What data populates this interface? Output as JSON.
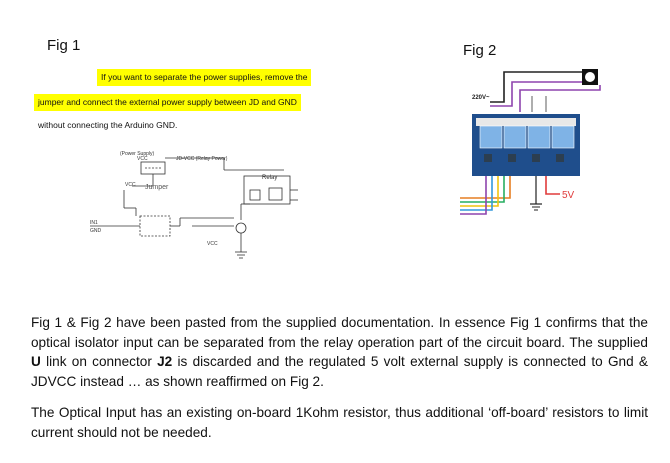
{
  "fig1": {
    "label": "Fig 1",
    "highlight_line1": "If you want to separate the power supplies, remove the",
    "highlight_line2": "jumper and connect the external power supply between JD and GND",
    "note_line3": "without connecting the Arduino GND.",
    "schematic": {
      "power_supply": "(Power Supply)",
      "vcc": "VCC",
      "jdvcc": "JD-VCC (Relay Power)",
      "jumper": "Jumper",
      "relay": "Relay",
      "vcc_small": "VCC",
      "vcc_small2": "VCC",
      "in1": "IN1",
      "gnd": "GND"
    }
  },
  "fig2": {
    "label": "Fig 2",
    "mains": "220V~",
    "voltage": "5V"
  },
  "paragraph1": {
    "prefix": "Fig 1 & Fig 2 have been pasted from the supplied documentation. In essence Fig 1 confirms that the optical isolator input can be separated from the relay operation part of the circuit board. The supplied ",
    "bold1": "U",
    "mid1": " link on connector ",
    "bold2": "J2",
    "suffix": " is discarded and the regulated 5 volt external supply is connected to Gnd & JDVCC instead … as shown reaffirmed on Fig 2."
  },
  "paragraph2": "The Optical Input has an existing on-board 1Kohm resistor, thus additional ‘off-board’ resistors to limit current should not be needed."
}
